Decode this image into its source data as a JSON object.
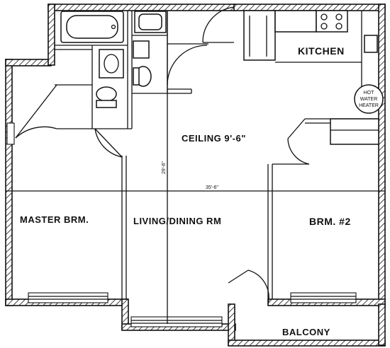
{
  "rooms": {
    "kitchen": "KITCHEN",
    "ceiling": "CEILING 9'-6\"",
    "master": "MASTER BRM.",
    "living": "LIVING/DINING RM",
    "bedroom2": "BRM. #2",
    "balcony": "BALCONY"
  },
  "fixtures": {
    "hot_water_heater": [
      "HOT",
      "WATER",
      "HEATER"
    ]
  },
  "dimensions": {
    "width": "35'-6\"",
    "depth": "29'-6\""
  }
}
